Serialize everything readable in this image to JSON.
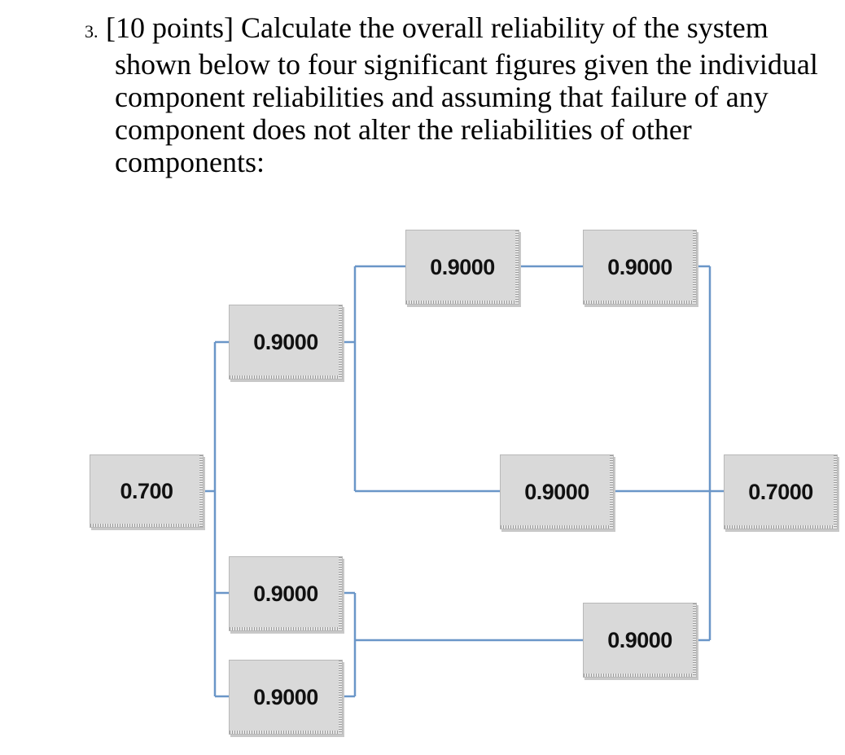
{
  "question": {
    "number": "3.",
    "lines": [
      "[10 points] Calculate the overall reliability of the system",
      "shown below to four significant figures given the individual",
      "component reliabilities and assuming that failure of any",
      "component does not alter the reliabilities of other",
      "components:"
    ]
  },
  "diagram": {
    "line_color": "#6a96c8",
    "box_fill": "#d9d9d9",
    "components": {
      "input": "0.700",
      "upper_left": "0.9000",
      "top_a": "0.9000",
      "top_b": "0.9000",
      "middle": "0.9000",
      "output": "0.7000",
      "lower_left_a": "0.9000",
      "lower_left_b": "0.9000",
      "lower_right": "0.9000"
    }
  }
}
